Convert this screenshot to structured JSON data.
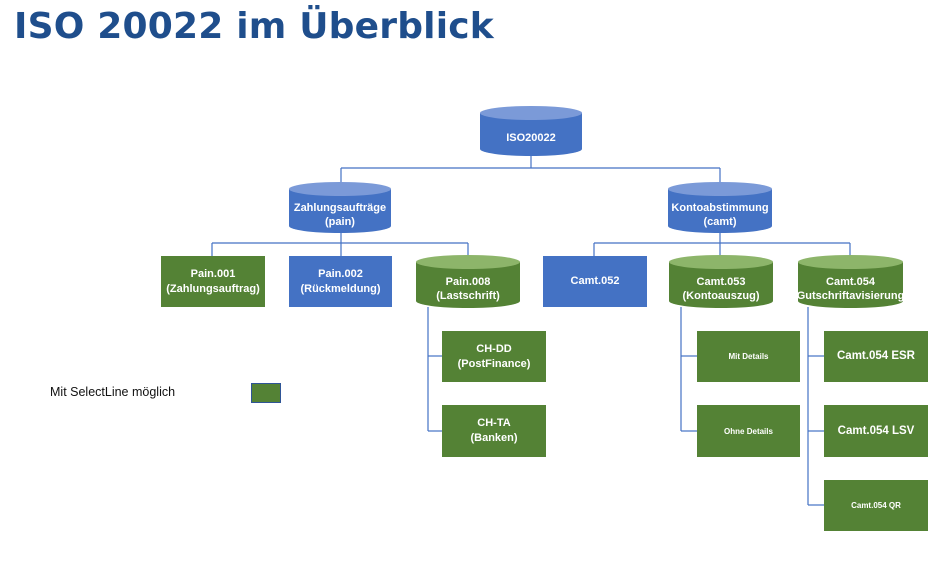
{
  "title": "ISO 20022 im Überblick",
  "colors": {
    "title": "#1f4e8c",
    "blue": "#4472c4",
    "green": "#548235",
    "connector": "#4472c4"
  },
  "nodes": {
    "iso": {
      "lines": [
        "ISO20022"
      ]
    },
    "pain": {
      "lines": [
        "Zahlungsaufträge",
        "(pain)"
      ]
    },
    "camt": {
      "lines": [
        "Kontoabstimmung",
        "(camt)"
      ]
    },
    "pain001": {
      "lines": [
        "Pain.001",
        "(Zahlungsauftrag)"
      ]
    },
    "pain002": {
      "lines": [
        "Pain.002",
        "(Rückmeldung)"
      ]
    },
    "pain008": {
      "lines": [
        "Pain.008",
        "(Lastschrift)"
      ]
    },
    "camt052": {
      "lines": [
        "Camt.052"
      ]
    },
    "camt053": {
      "lines": [
        "Camt.053",
        "(Kontoauszug)"
      ]
    },
    "camt054": {
      "lines": [
        "Camt.054",
        "(Gutschriftavisierung)"
      ]
    },
    "chdd": {
      "lines": [
        "CH-DD",
        "(PostFinance)"
      ]
    },
    "chta": {
      "lines": [
        "CH-TA",
        "(Banken)"
      ]
    },
    "mitdetails": {
      "lines": [
        "Mit Details"
      ]
    },
    "ohnedetails": {
      "lines": [
        "Ohne Details"
      ]
    },
    "camt054esr": {
      "lines": [
        "Camt.054 ESR"
      ]
    },
    "camt054lsv": {
      "lines": [
        "Camt.054 LSV"
      ]
    },
    "camt054qr": {
      "lines": [
        "Camt.054 QR"
      ]
    }
  },
  "legend": {
    "label": "Mit SelectLine möglich"
  }
}
